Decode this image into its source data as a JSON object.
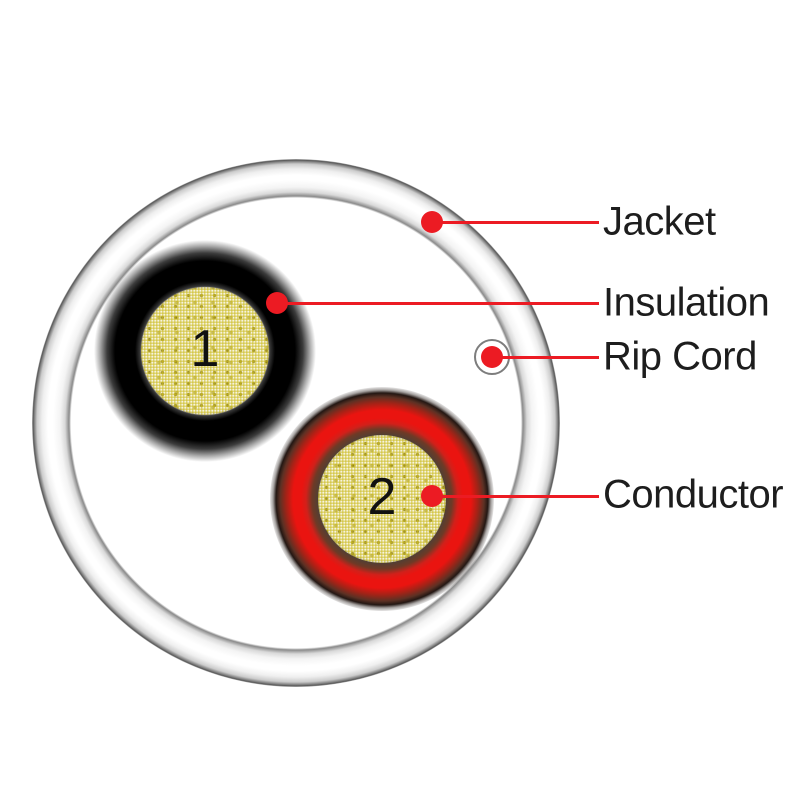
{
  "diagram": {
    "subject": "cable-cross-section",
    "callouts": [
      {
        "id": "jacket",
        "label": "Jacket"
      },
      {
        "id": "insulation",
        "label": "Insulation"
      },
      {
        "id": "rip-cord",
        "label": "Rip Cord"
      },
      {
        "id": "conductor",
        "label": "Conductor"
      }
    ],
    "conductors": [
      {
        "number": "1",
        "insulation_color": "#000000"
      },
      {
        "number": "2",
        "insulation_color": "#ea1410"
      }
    ],
    "colors": {
      "callout_red": "#ec1b23",
      "jacket_fill": "#ffffff",
      "jacket_outline_gray": "#6b6b6b",
      "core_weave_yellow": "#d6c62a",
      "core_speckle_olive": "#8b7b09",
      "label_text": "#1d1d1d"
    }
  }
}
